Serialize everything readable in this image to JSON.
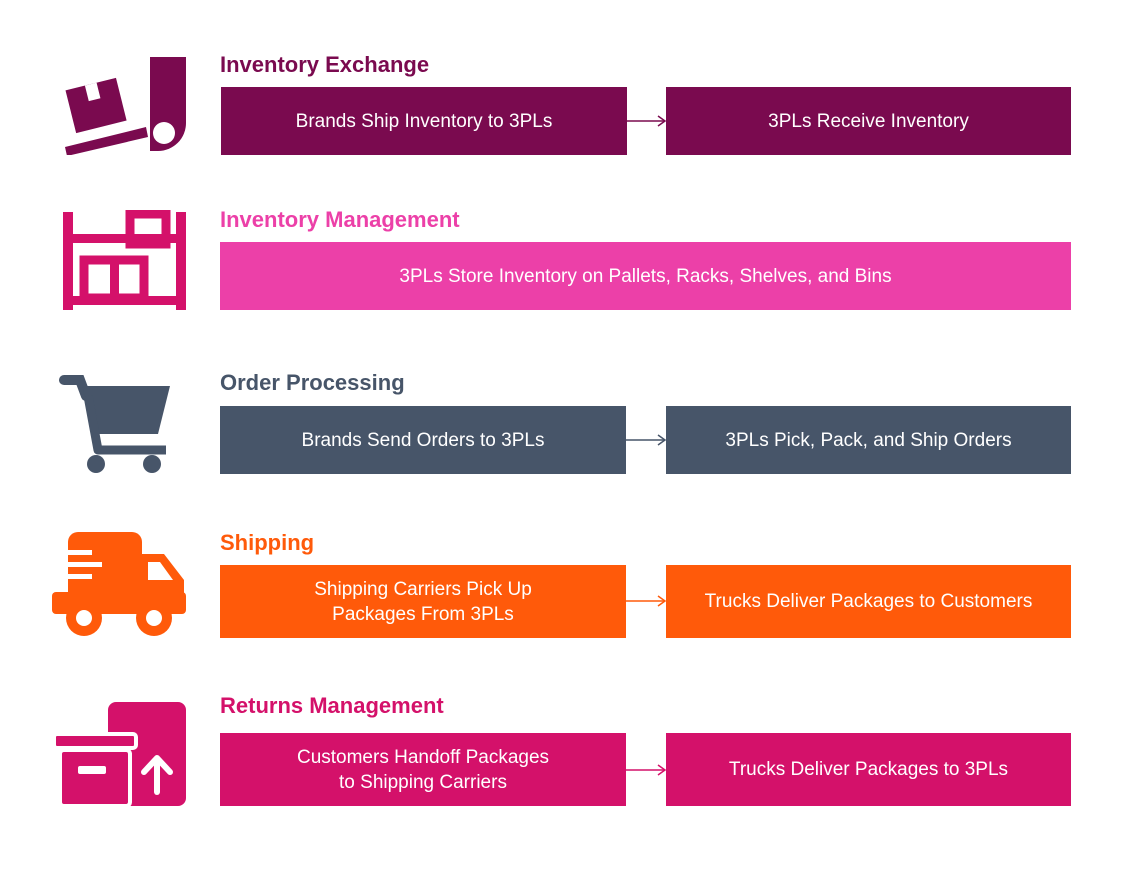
{
  "colors": {
    "inventory_exchange": "#7a0a4f",
    "inventory_management": "#ec40a8",
    "order_processing": "#475569",
    "shipping": "#ff5a0a",
    "returns_management": "#d4116a"
  },
  "sections": [
    {
      "icon": "forklift-icon",
      "title": "Inventory Exchange",
      "steps": [
        "Brands Ship Inventory to 3PLs",
        "3PLs Receive Inventory"
      ]
    },
    {
      "icon": "shelving-icon",
      "title": "Inventory Management",
      "steps": [
        "3PLs Store Inventory on Pallets, Racks, Shelves, and Bins"
      ]
    },
    {
      "icon": "shopping-cart-icon",
      "title": "Order Processing",
      "steps": [
        "Brands Send Orders to 3PLs",
        "3PLs Pick, Pack, and Ship Orders"
      ]
    },
    {
      "icon": "delivery-truck-icon",
      "title": "Shipping",
      "steps": [
        {
          "line1": "Shipping Carriers Pick Up",
          "line2": "Packages From 3PLs"
        },
        "Trucks Deliver Packages to Customers"
      ]
    },
    {
      "icon": "return-box-icon",
      "title": "Returns Management",
      "steps": [
        {
          "line1": "Customers Handoff Packages",
          "line2": "to Shipping Carriers"
        },
        "Trucks Deliver Packages to 3PLs"
      ]
    }
  ]
}
